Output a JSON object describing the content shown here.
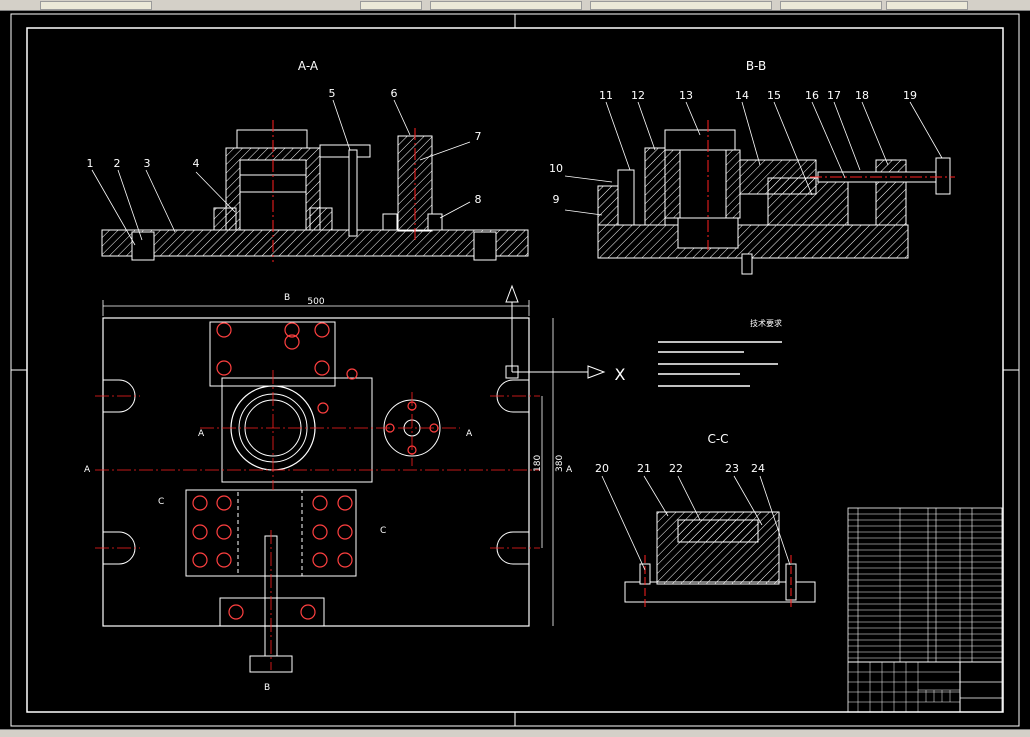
{
  "views": {
    "aa": "A-A",
    "bb": "B-B",
    "cc": "C-C"
  },
  "part_numbers": {
    "aa": [
      "1",
      "2",
      "3",
      "4",
      "5",
      "6",
      "7",
      "8"
    ],
    "bb": [
      "9",
      "10",
      "11",
      "12",
      "13",
      "14",
      "15",
      "16",
      "17",
      "18",
      "19"
    ],
    "cc": [
      "20",
      "21",
      "22",
      "23",
      "24"
    ]
  },
  "dimensions": {
    "width": "500",
    "height_outer": "380",
    "height_inner": "180"
  },
  "section_markers": {
    "a": "A",
    "b": "B",
    "c": "C"
  },
  "axis": {
    "x": "X"
  },
  "notes_title": "技术要求",
  "colors": {
    "background": "#000000",
    "line": "#ffffff",
    "section": "#ffff00",
    "center": "#ff2020",
    "hatch": "#ffffff"
  }
}
